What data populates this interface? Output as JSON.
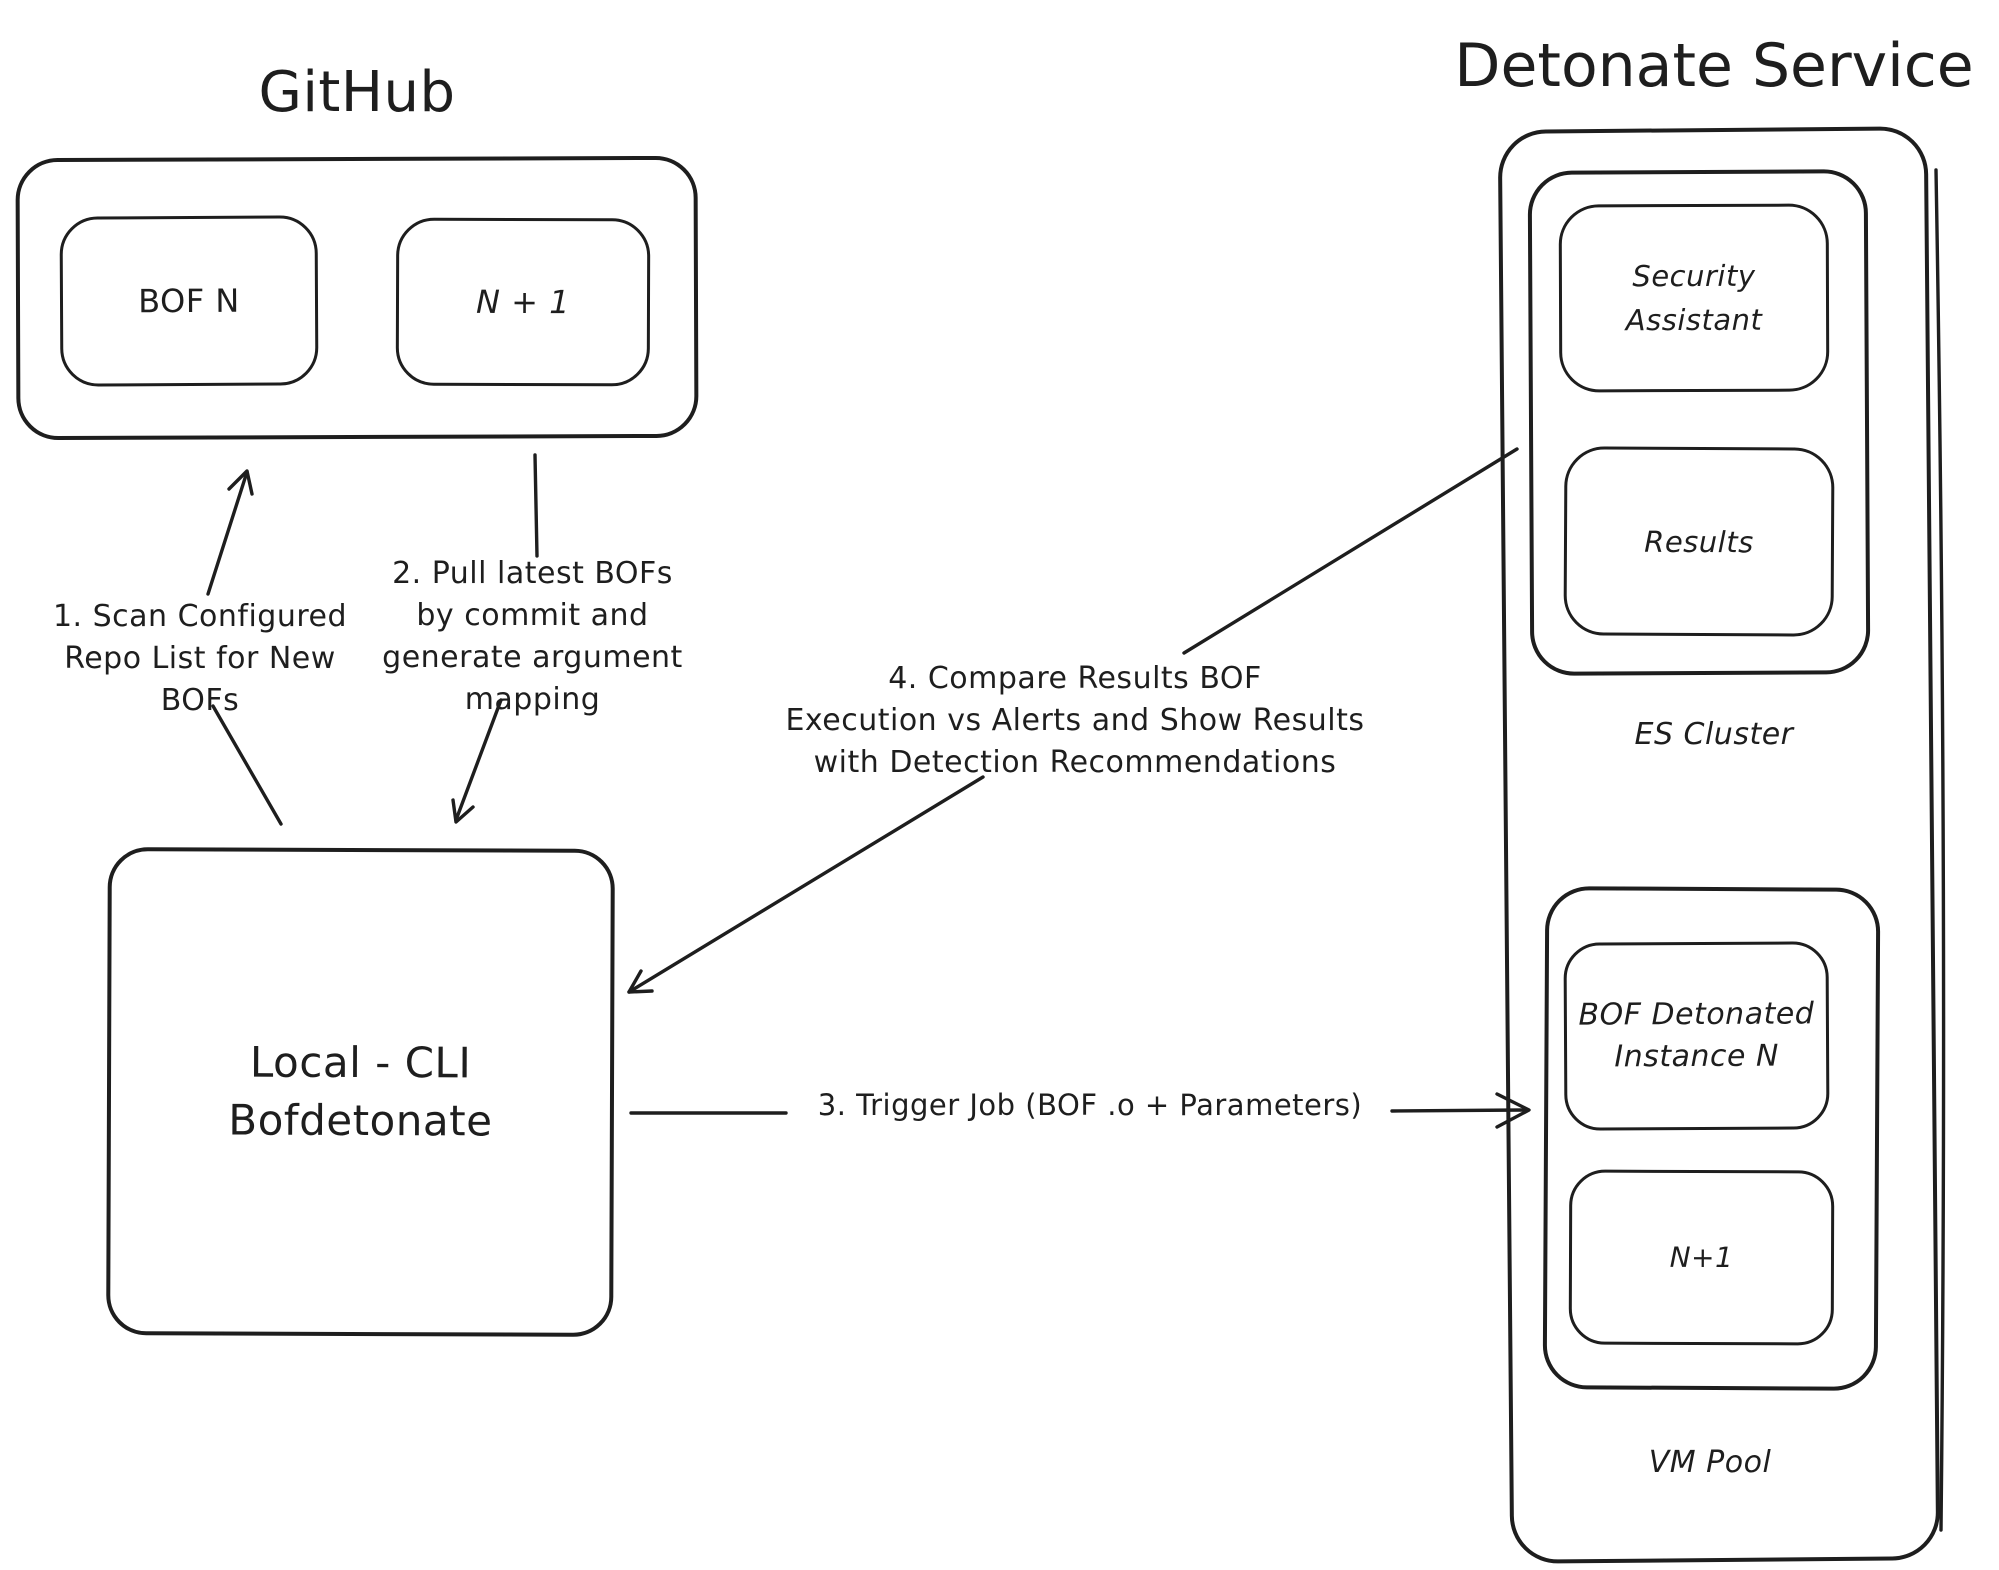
{
  "diagram": {
    "github": {
      "title": "GitHub",
      "bof_n": "BOF N",
      "n_plus_one": "N + 1"
    },
    "local_cli": {
      "line1": "Local - CLI",
      "line2": "Bofdetonate"
    },
    "detonate_service": {
      "title": "Detonate Service",
      "es_cluster": {
        "label": "ES Cluster",
        "security_assistant_line1": "Security",
        "security_assistant_line2": "Assistant",
        "results": "Results"
      },
      "vm_pool": {
        "label": "VM Pool",
        "bof_detonated_line1": "BOF Detonated",
        "bof_detonated_line2": "Instance N",
        "n_plus_one": "N+1"
      }
    },
    "steps": {
      "step1": [
        "1. Scan Configured",
        "Repo List for New",
        "BOFs"
      ],
      "step2": [
        "2. Pull latest BOFs",
        "by commit and",
        "generate argument",
        "mapping"
      ],
      "step3": "3. Trigger Job (BOF .o +  Parameters)",
      "step4": [
        "4. Compare Results BOF",
        "Execution vs Alerts and Show Results",
        "with Detection Recommendations"
      ]
    },
    "colors": {
      "stroke": "#1e1e1e",
      "background": "#ffffff"
    }
  }
}
